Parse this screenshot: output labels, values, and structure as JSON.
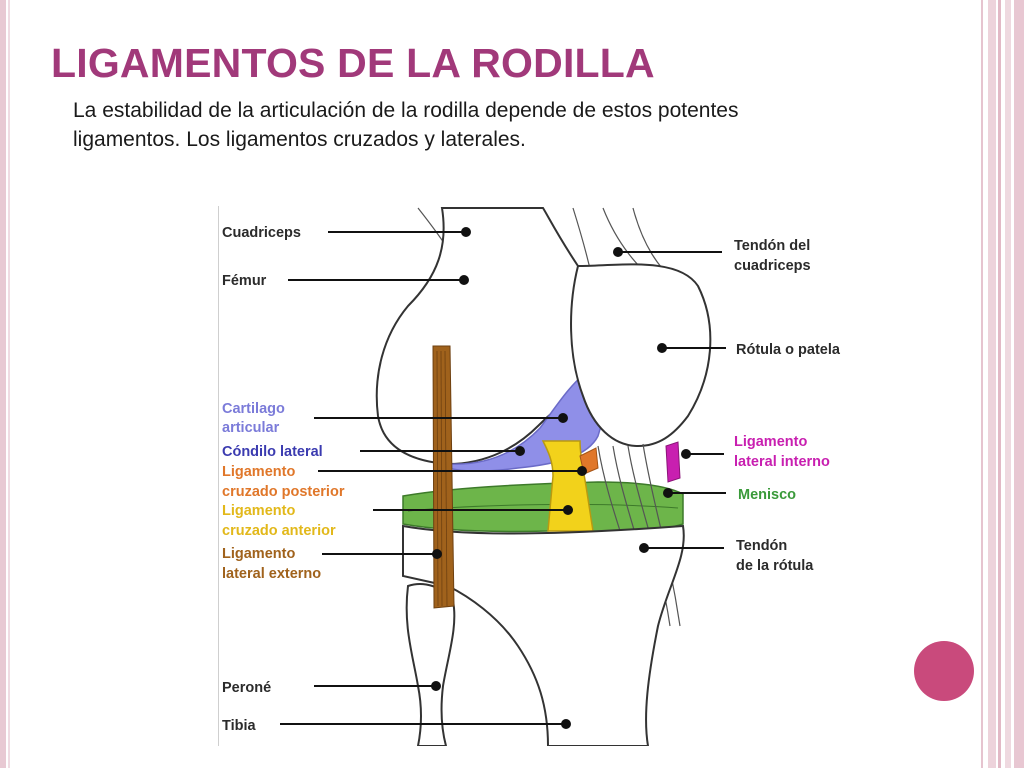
{
  "slide": {
    "title": "LIGAMENTOS DE LA RODILLA",
    "subtitle": "La estabilidad de la articulación de la rodilla depende de estos potentes ligamentos. Los ligamentos cruzados y laterales."
  },
  "diagram": {
    "labels_left": [
      {
        "id": "cuadriceps",
        "lines": [
          "Cuadriceps"
        ],
        "color": "#2b2b2b"
      },
      {
        "id": "femur",
        "lines": [
          "Fémur"
        ],
        "color": "#2b2b2b"
      },
      {
        "id": "cartilago",
        "lines": [
          "Cartilago",
          "articular"
        ],
        "color": "#7b7bd9"
      },
      {
        "id": "condilo",
        "lines": [
          "Cóndilo lateral"
        ],
        "color": "#3b3bb0"
      },
      {
        "id": "lcp",
        "lines": [
          "Ligamento",
          "cruzado posterior"
        ],
        "color": "#e0772a"
      },
      {
        "id": "lca",
        "lines": [
          "Ligamento",
          "cruzado anterior"
        ],
        "color": "#e2b81a"
      },
      {
        "id": "lle",
        "lines": [
          "Ligamento",
          "lateral externo"
        ],
        "color": "#a0621c"
      },
      {
        "id": "perone",
        "lines": [
          "Peroné"
        ],
        "color": "#2b2b2b"
      },
      {
        "id": "tibia",
        "lines": [
          "Tibia"
        ],
        "color": "#2b2b2b"
      }
    ],
    "labels_right": [
      {
        "id": "tendon_cuadriceps",
        "lines": [
          "Tendón del",
          "cuadriceps"
        ],
        "color": "#2b2b2b"
      },
      {
        "id": "rotula",
        "lines": [
          "Rótula o patela"
        ],
        "color": "#2b2b2b"
      },
      {
        "id": "lli",
        "lines": [
          "Ligamento",
          "lateral interno"
        ],
        "color": "#c81fb0"
      },
      {
        "id": "menisco",
        "lines": [
          "Menisco"
        ],
        "color": "#3a9a3a"
      },
      {
        "id": "tendon_rotula",
        "lines": [
          "Tendón",
          "de la rótula"
        ],
        "color": "#2b2b2b"
      }
    ]
  },
  "colors": {
    "title": "#a1397a",
    "accent_circle": "#c94a7c",
    "cartilage": "#8f8fe8",
    "acl": "#f2d21b",
    "pcl": "#e0772a",
    "lateral_ligament": "#a0621c",
    "medial_ligament": "#c81fb0",
    "meniscus": "#6db54a"
  }
}
